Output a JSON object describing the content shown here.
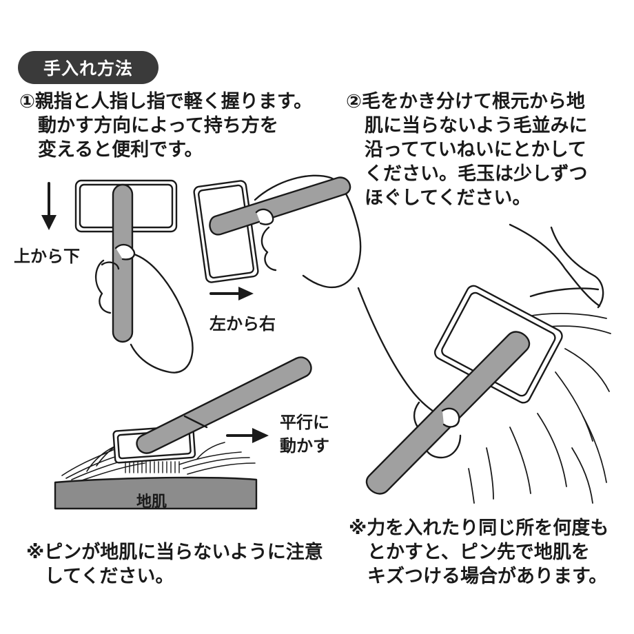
{
  "header": {
    "title": "手入れ方法"
  },
  "step1": {
    "lines": [
      "①親指と人指し指で軽く握ります。",
      "　動かす方向によって持ち方を",
      "　変えると便利です。"
    ]
  },
  "step2": {
    "lines": [
      "②毛をかき分けて根元から地",
      "　肌に当らないよう毛並みに",
      "　沿ってていねいにとかして",
      "　ください。毛玉は少しずつ",
      "　ほぐしてください。"
    ]
  },
  "labels": {
    "top_to_bottom": "上から下",
    "left_to_right": "左から右",
    "move_parallel": [
      "平行に",
      "動かす"
    ],
    "skin": "地肌"
  },
  "notes": {
    "note1": [
      "※ピンが地肌に当らないように注意",
      "　してください。"
    ],
    "note2": [
      "※力を入れたり同じ所を何度も",
      "　とかすと、ピン先で地肌を",
      "　キズつける場合があります。"
    ]
  },
  "colors": {
    "handle": "#a0a0a0",
    "skin": "#8c8c8c",
    "pill": "#3a3a3a",
    "line": "#1a1a1a"
  }
}
